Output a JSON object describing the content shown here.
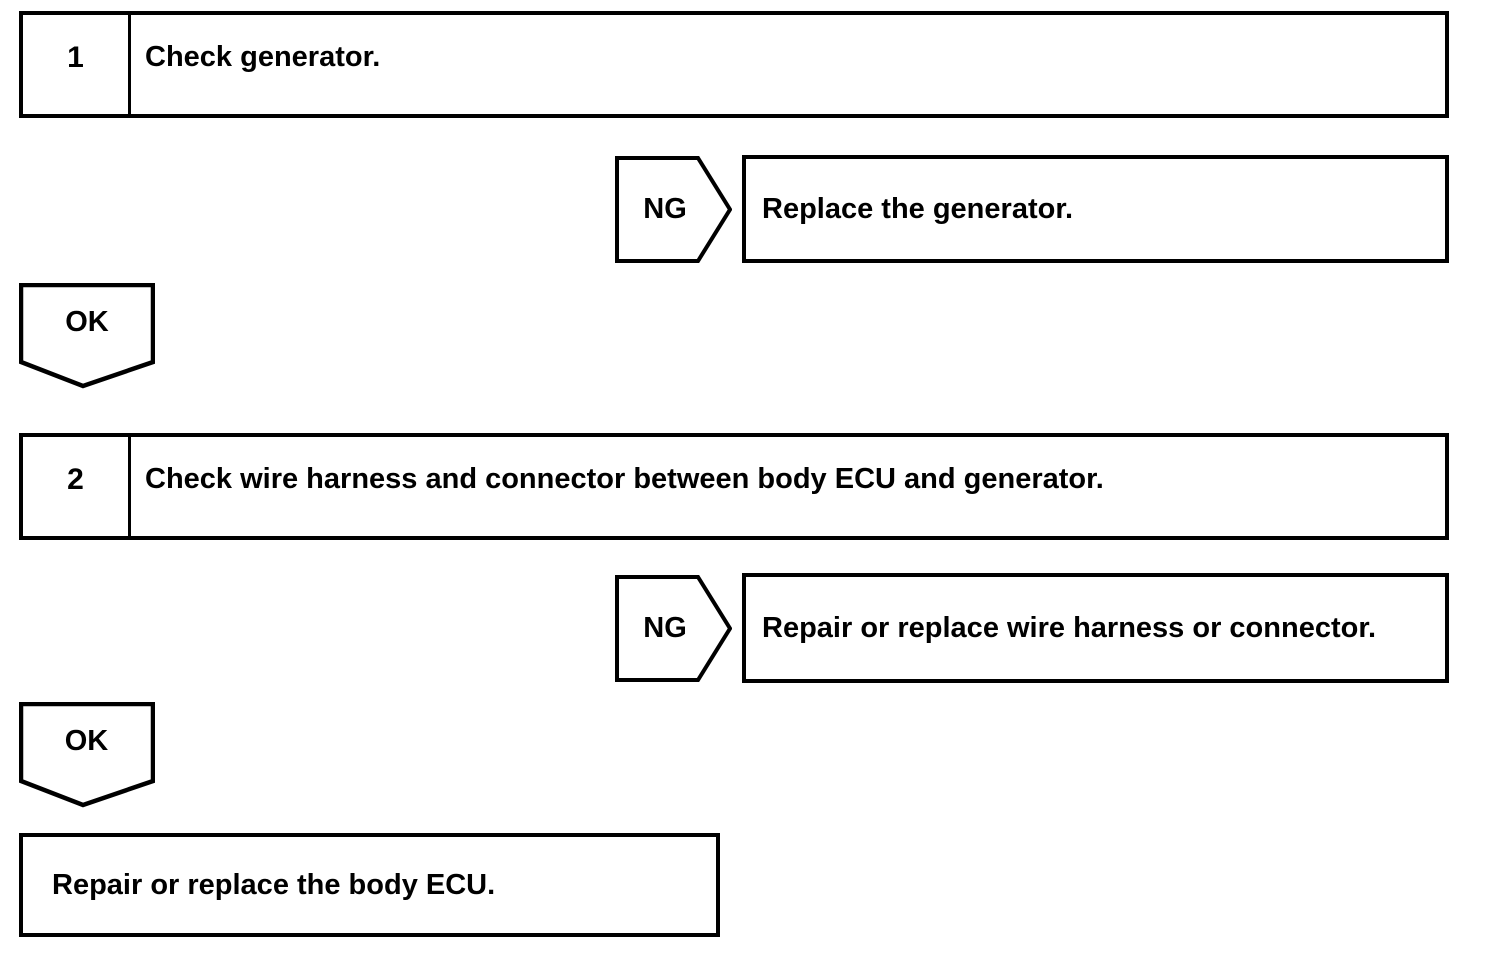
{
  "flowchart": {
    "steps": [
      {
        "number": "1",
        "instruction": "Check generator.",
        "ng_label": "NG",
        "ng_result": "Replace the generator.",
        "ok_label": "OK"
      },
      {
        "number": "2",
        "instruction": "Check wire harness and connector between body ECU and generator.",
        "ng_label": "NG",
        "ng_result": "Repair or replace wire harness or connector.",
        "ok_label": "OK"
      }
    ],
    "final_action": "Repair or replace the body ECU."
  },
  "colors": {
    "line": "#000000",
    "background": "#ffffff",
    "text": "#000000"
  }
}
